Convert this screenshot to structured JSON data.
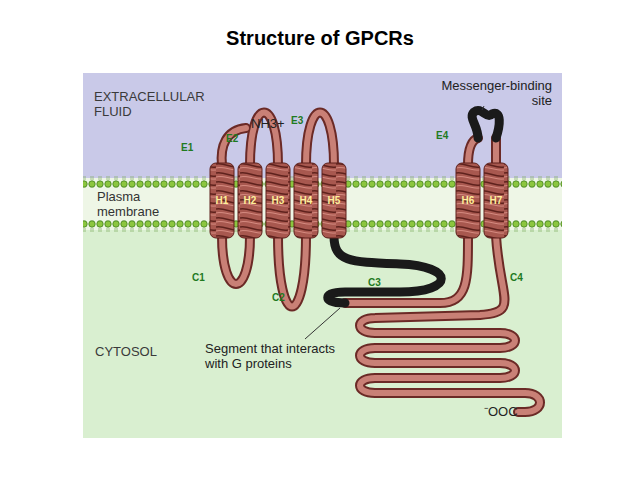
{
  "diagram": {
    "title": "Structure of GPCRs",
    "nodes": [
      {
        "text": [
          "H1"
        ]
      },
      {
        "text": [
          "H2"
        ]
      },
      {
        "text": [
          "H3"
        ]
      },
      {
        "text": [
          "H4"
        ]
      },
      {
        "text": [
          "H5"
        ]
      },
      {
        "text": [
          "H6"
        ]
      },
      {
        "text": [
          "H7"
        ]
      }
    ],
    "labels": [
      "EXTRACELLULAR FLUID",
      "NH3+",
      "E1",
      "E2",
      "E3",
      "E4",
      "Messenger-binding site",
      "Plasma membrane",
      "C1",
      "C2",
      "C3",
      "C4",
      "CYTOSOL",
      "Segment that interacts with G proteins",
      "⁻OOC"
    ]
  }
}
